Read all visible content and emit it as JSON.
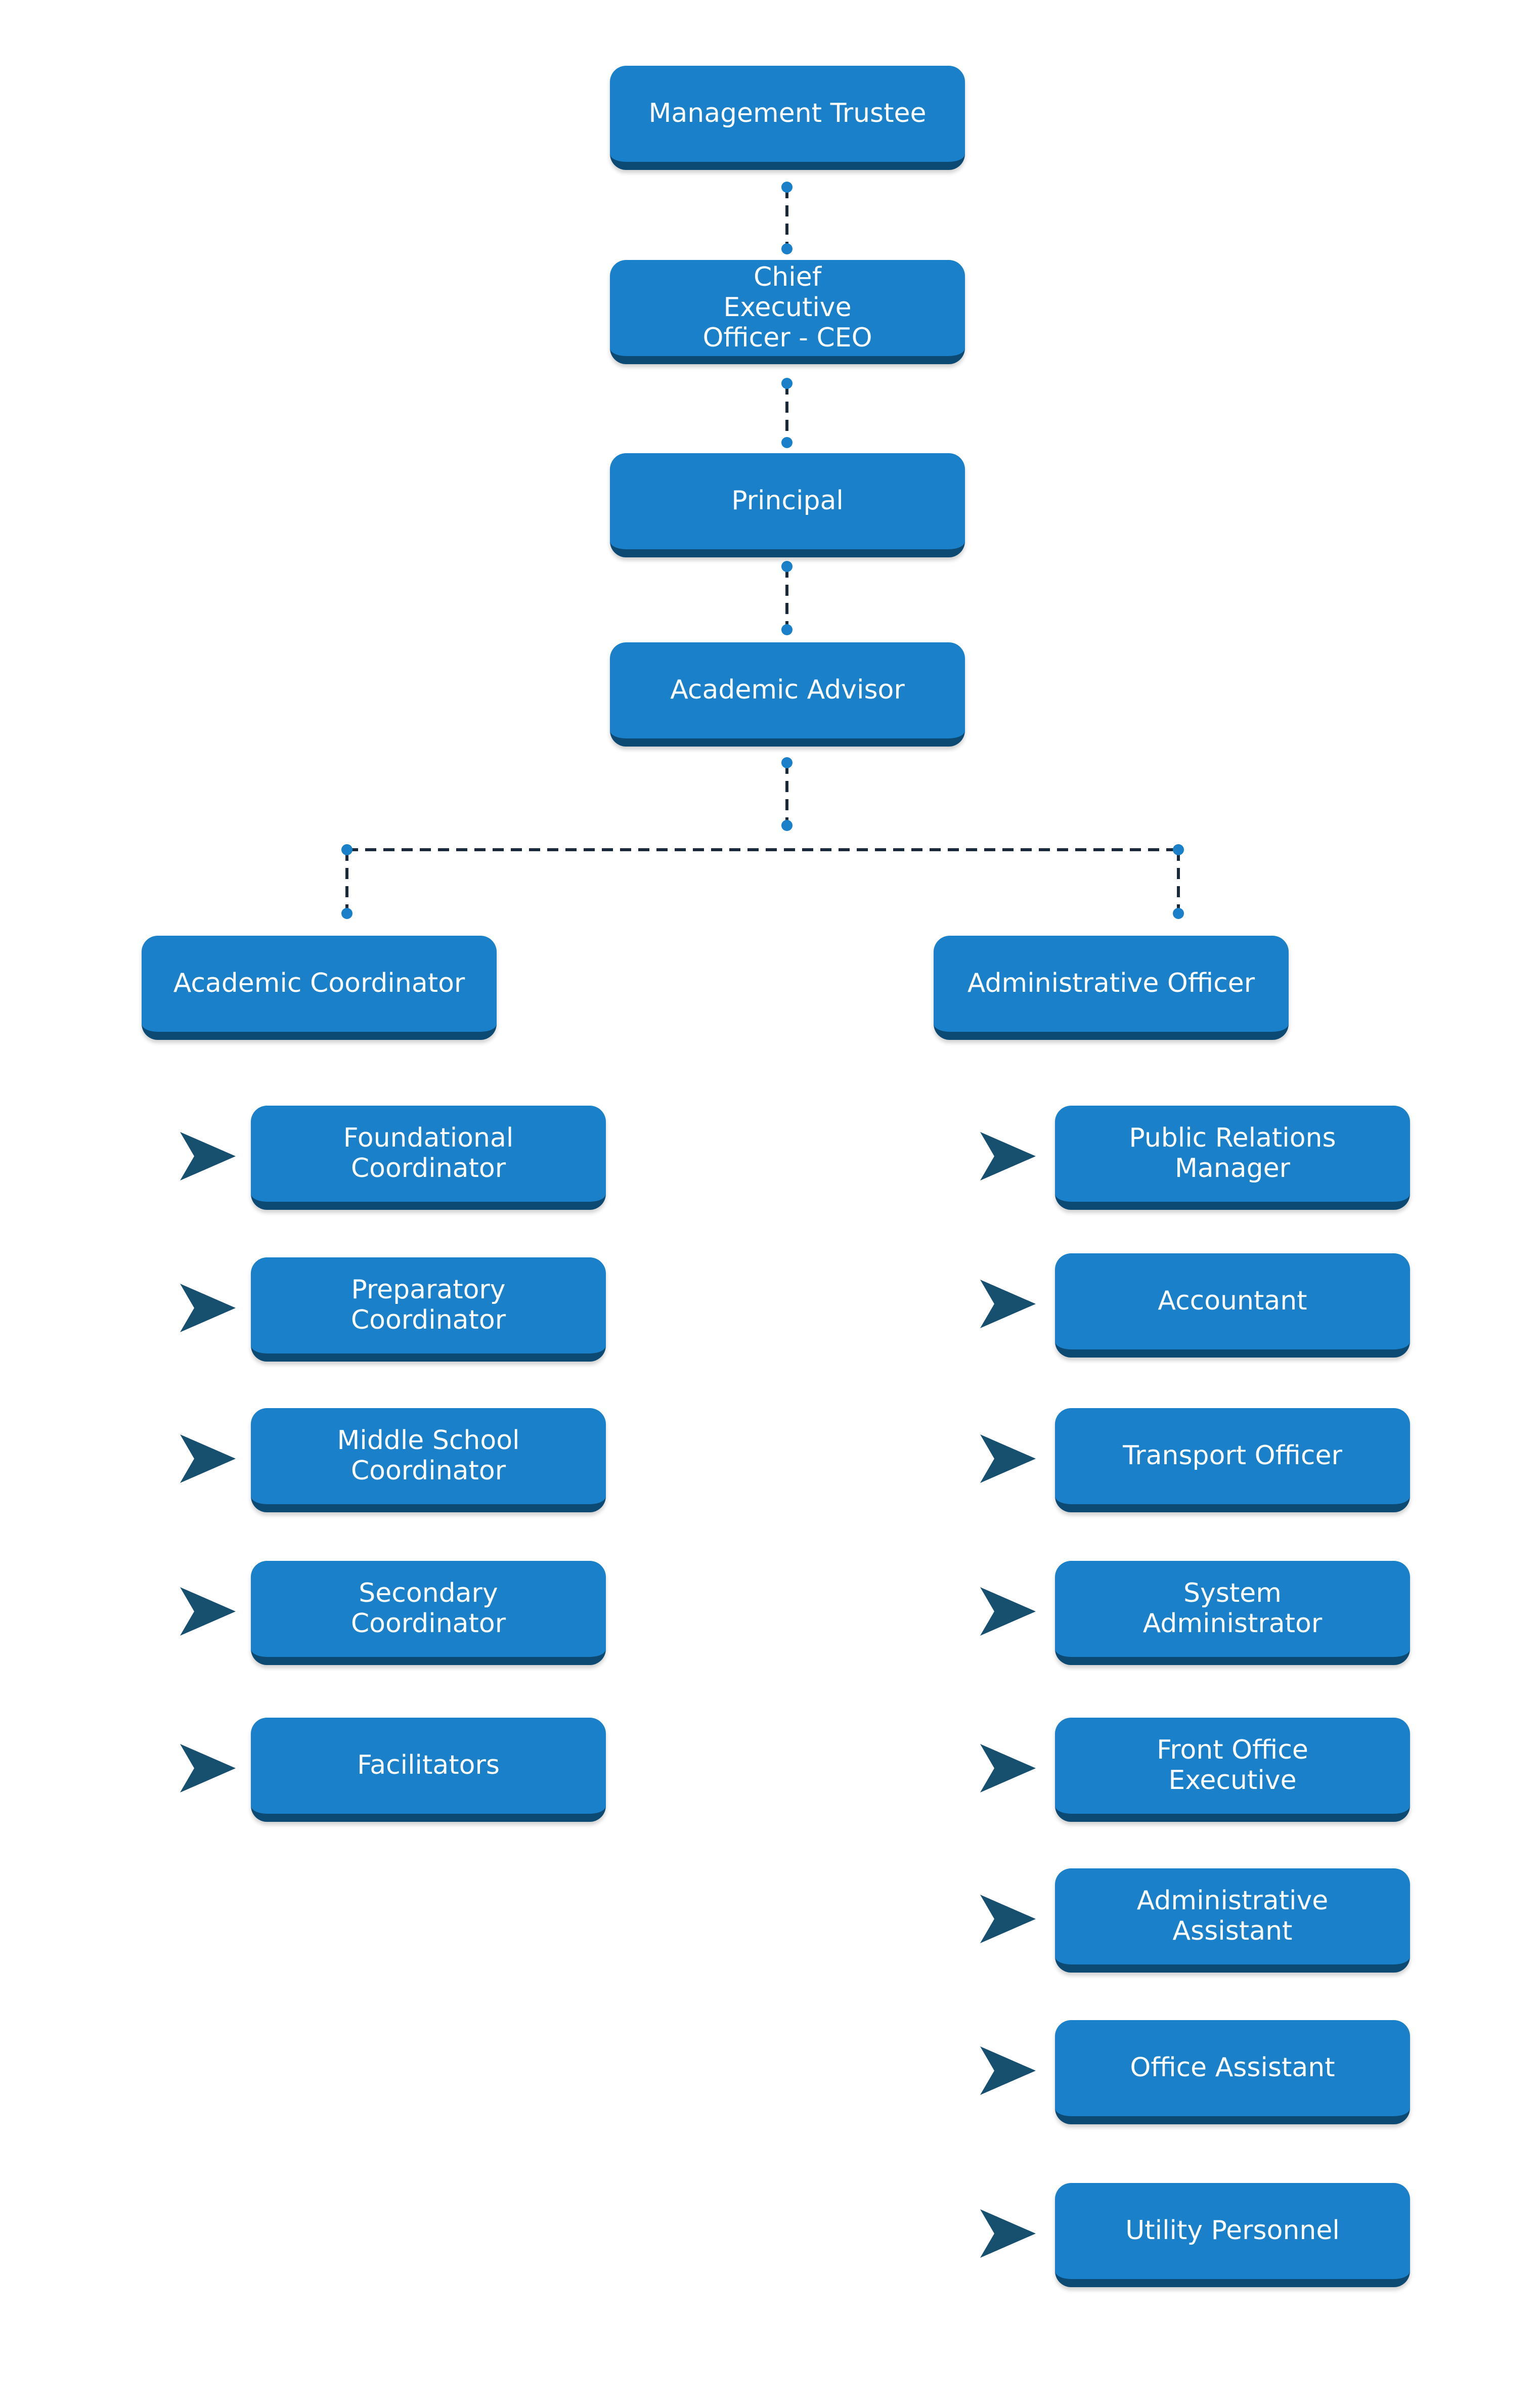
{
  "colors": {
    "box": "#1a80c9",
    "box_shadow": "#0d4a73",
    "connector": "#1a2a3a",
    "dot": "#1a80c9",
    "chevron": "#17506f"
  },
  "chain": {
    "management_trustee": "Management Trustee",
    "ceo": "Chief Executive Officer - CEO",
    "principal": "Principal",
    "academic_advisor": "Academic Advisor"
  },
  "branches": {
    "academic_coordinator": "Academic Coordinator",
    "administrative_officer": "Administrative Officer"
  },
  "academic_items": [
    "Foundational Coordinator",
    "Preparatory Coordinator",
    "Middle School Coordinator",
    "Secondary Coordinator",
    "Facilitators"
  ],
  "admin_items": [
    "Public Relations Manager",
    "Accountant",
    "Transport Officer",
    "System Administrator",
    "Front Office Executive",
    "Administrative Assistant",
    "Office Assistant",
    "Utility Personnel"
  ]
}
